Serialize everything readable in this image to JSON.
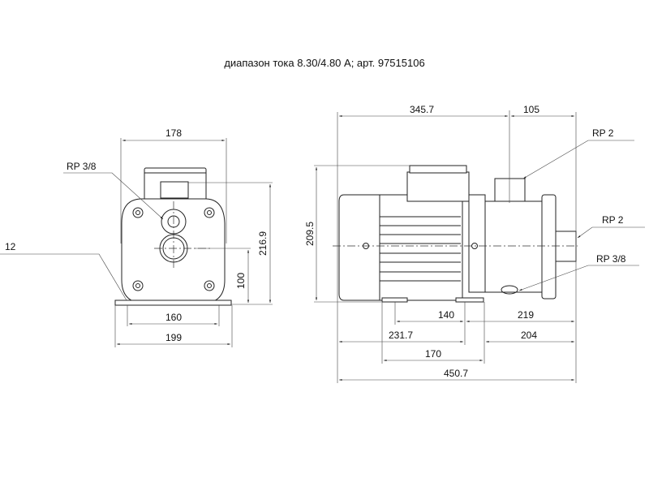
{
  "title": "диапазон тока 8.30/4.80 A; арт. 97515106",
  "front_view": {
    "dims": {
      "width_top": "178",
      "height_total": "216.9",
      "height_axis": "100",
      "feet_holes": "160",
      "feet_width": "199",
      "foot_thickness": "12"
    },
    "labels": {
      "drain_port": "RP 3/8"
    }
  },
  "side_view": {
    "dims": {
      "motor_length": "345.7",
      "outlet_offset": "105",
      "height": "209.5",
      "feet_holes": "140",
      "inlet_to_foot": "219",
      "motor_to_foot": "231.7",
      "pump_length": "204",
      "feet_span": "170",
      "total_length": "450.7"
    },
    "labels": {
      "outlet": "RP 2",
      "inlet": "RP 2",
      "drain": "RP 3/8"
    }
  }
}
